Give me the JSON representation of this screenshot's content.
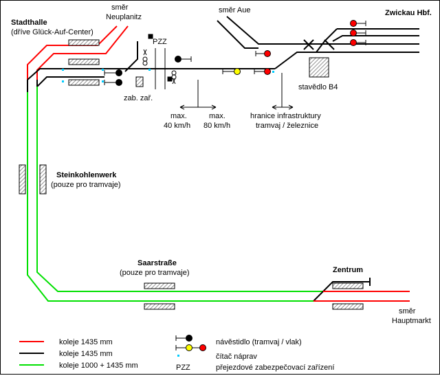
{
  "labels": {
    "stadthalle": "Stadthalle",
    "stadthalle_sub": "(dříve Glück-Auf-Center)",
    "smer_neuplanitz_1": "směr",
    "smer_neuplanitz_2": "Neuplanitz",
    "smer_aue": "směr Aue",
    "zwickau": "Zwickau Hbf.",
    "pzz": "PZZ",
    "zab_zar": "zab. zař.",
    "stavedlo": "stavědlo B4",
    "max40_1": "max.",
    "max40_2": "40 km/h",
    "max80_1": "max.",
    "max80_2": "80 km/h",
    "hranice_1": "hranice infrastruktury",
    "hranice_2": "tramvaj / železnice",
    "steinkohlenwerk": "Steinkohlenwerk",
    "steinkohlenwerk_sub": "(pouze pro tramvaje)",
    "saarstrasse": "Saarstraße",
    "saarstrasse_sub": "(pouze pro tramvaje)",
    "zentrum": "Zentrum",
    "smer_hauptmarkt_1": "směr",
    "smer_hauptmarkt_2": "Hauptmarkt"
  },
  "legend": {
    "red_track": "koleje 1435 mm",
    "black_track": "koleje 1435 mm",
    "green_track": "koleje 1000 + 1435 mm",
    "signal": "návěstidlo (tramvaj / vlak)",
    "counter": "čítač náprav",
    "pzz": "PZZ",
    "pzz_desc": "přejezdové zabezpečovací zařízení"
  },
  "colors": {
    "red": "#ff0000",
    "black": "#000000",
    "green": "#00e000",
    "yellow": "#ffff00",
    "counter": "#00ccff",
    "platform_hatch": "#888888"
  }
}
